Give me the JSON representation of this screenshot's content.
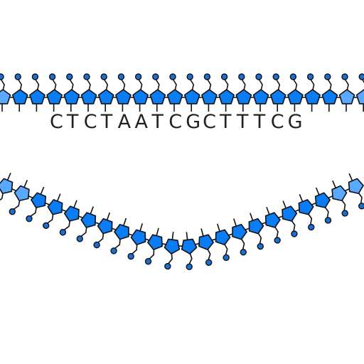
{
  "strand_top": {
    "sequence": [
      "C",
      "T",
      "C",
      "T",
      "A",
      "A",
      "T",
      "C",
      "G",
      "C",
      "T",
      "T",
      "T",
      "C",
      "G"
    ],
    "nucleotide_count_visible": 22
  },
  "strand_bottom": {
    "nucleotide_count_visible": 22
  },
  "colors": {
    "pentagon_fill": "#0a7cf4",
    "pentagon_fill_faded": "#5aa8ff",
    "stroke": "#111111",
    "phosphate_fill": "#1a6fd6",
    "text": "#222222"
  }
}
